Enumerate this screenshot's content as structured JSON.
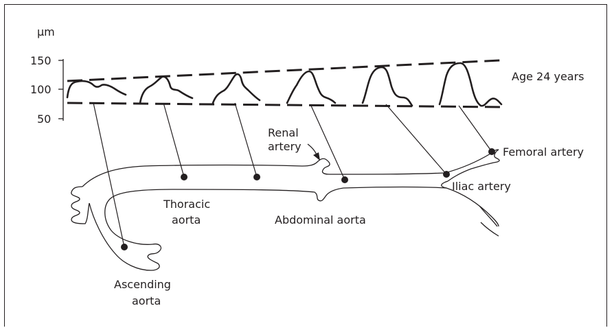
{
  "axis": {
    "unit": "μm",
    "ticks": [
      "150",
      "100",
      "50"
    ]
  },
  "age_label": "Age 24 years",
  "labels": {
    "renal_1": "Renal",
    "renal_2": "artery",
    "femoral": "Femoral artery",
    "iliac": "Iliac artery",
    "thoracic_1": "Thoracic",
    "thoracic_2": "aorta",
    "abdominal": "Abdominal aorta",
    "ascending_1": "Ascending",
    "ascending_2": "aorta"
  }
}
